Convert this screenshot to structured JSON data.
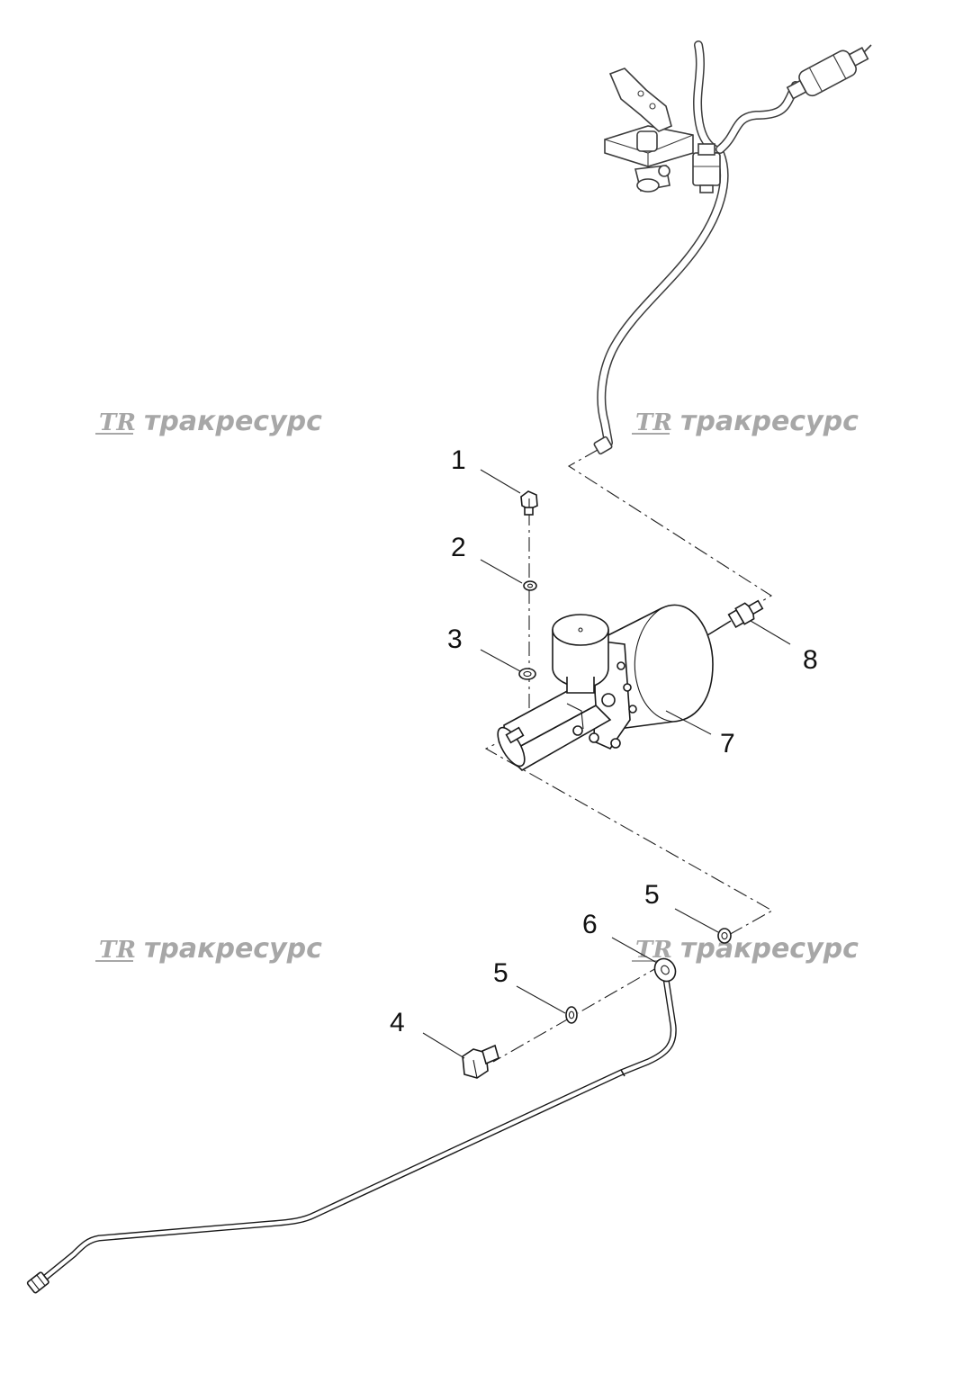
{
  "watermark": {
    "logo": "TR",
    "text": "тракресурс"
  },
  "callouts": [
    "1",
    "2",
    "3",
    "4",
    "5",
    "5",
    "6",
    "7",
    "8"
  ],
  "parts": [
    {
      "ref": "1",
      "icon": "bolt-icon"
    },
    {
      "ref": "2",
      "icon": "washer-icon"
    },
    {
      "ref": "3",
      "icon": "washer-icon"
    },
    {
      "ref": "4",
      "icon": "banjo-bolt-icon"
    },
    {
      "ref": "5",
      "icon": "sealing-washer-icon"
    },
    {
      "ref": "6",
      "icon": "brake-pipe-icon"
    },
    {
      "ref": "7",
      "icon": "hydraulic-booster-icon"
    },
    {
      "ref": "8",
      "icon": "fitting-icon"
    }
  ]
}
